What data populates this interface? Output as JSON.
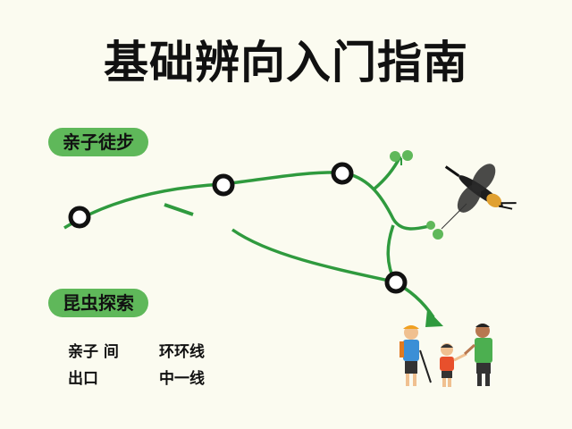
{
  "title": "基础辨向入门指南",
  "badges": {
    "family_hiking": "亲子徒步",
    "insect_explore": "昆虫探索"
  },
  "legend": {
    "row1_left": "亲子 间",
    "row1_right": "环环线",
    "row2_left": "出口",
    "row2_right": "中一线"
  },
  "icons": [
    "dragonfly-icon",
    "leaf-sprout-icon",
    "family-hikers-icon"
  ],
  "colors": {
    "trail": "#2f9a3e",
    "badge": "#5fb85a",
    "background": "#fbfbf0"
  }
}
